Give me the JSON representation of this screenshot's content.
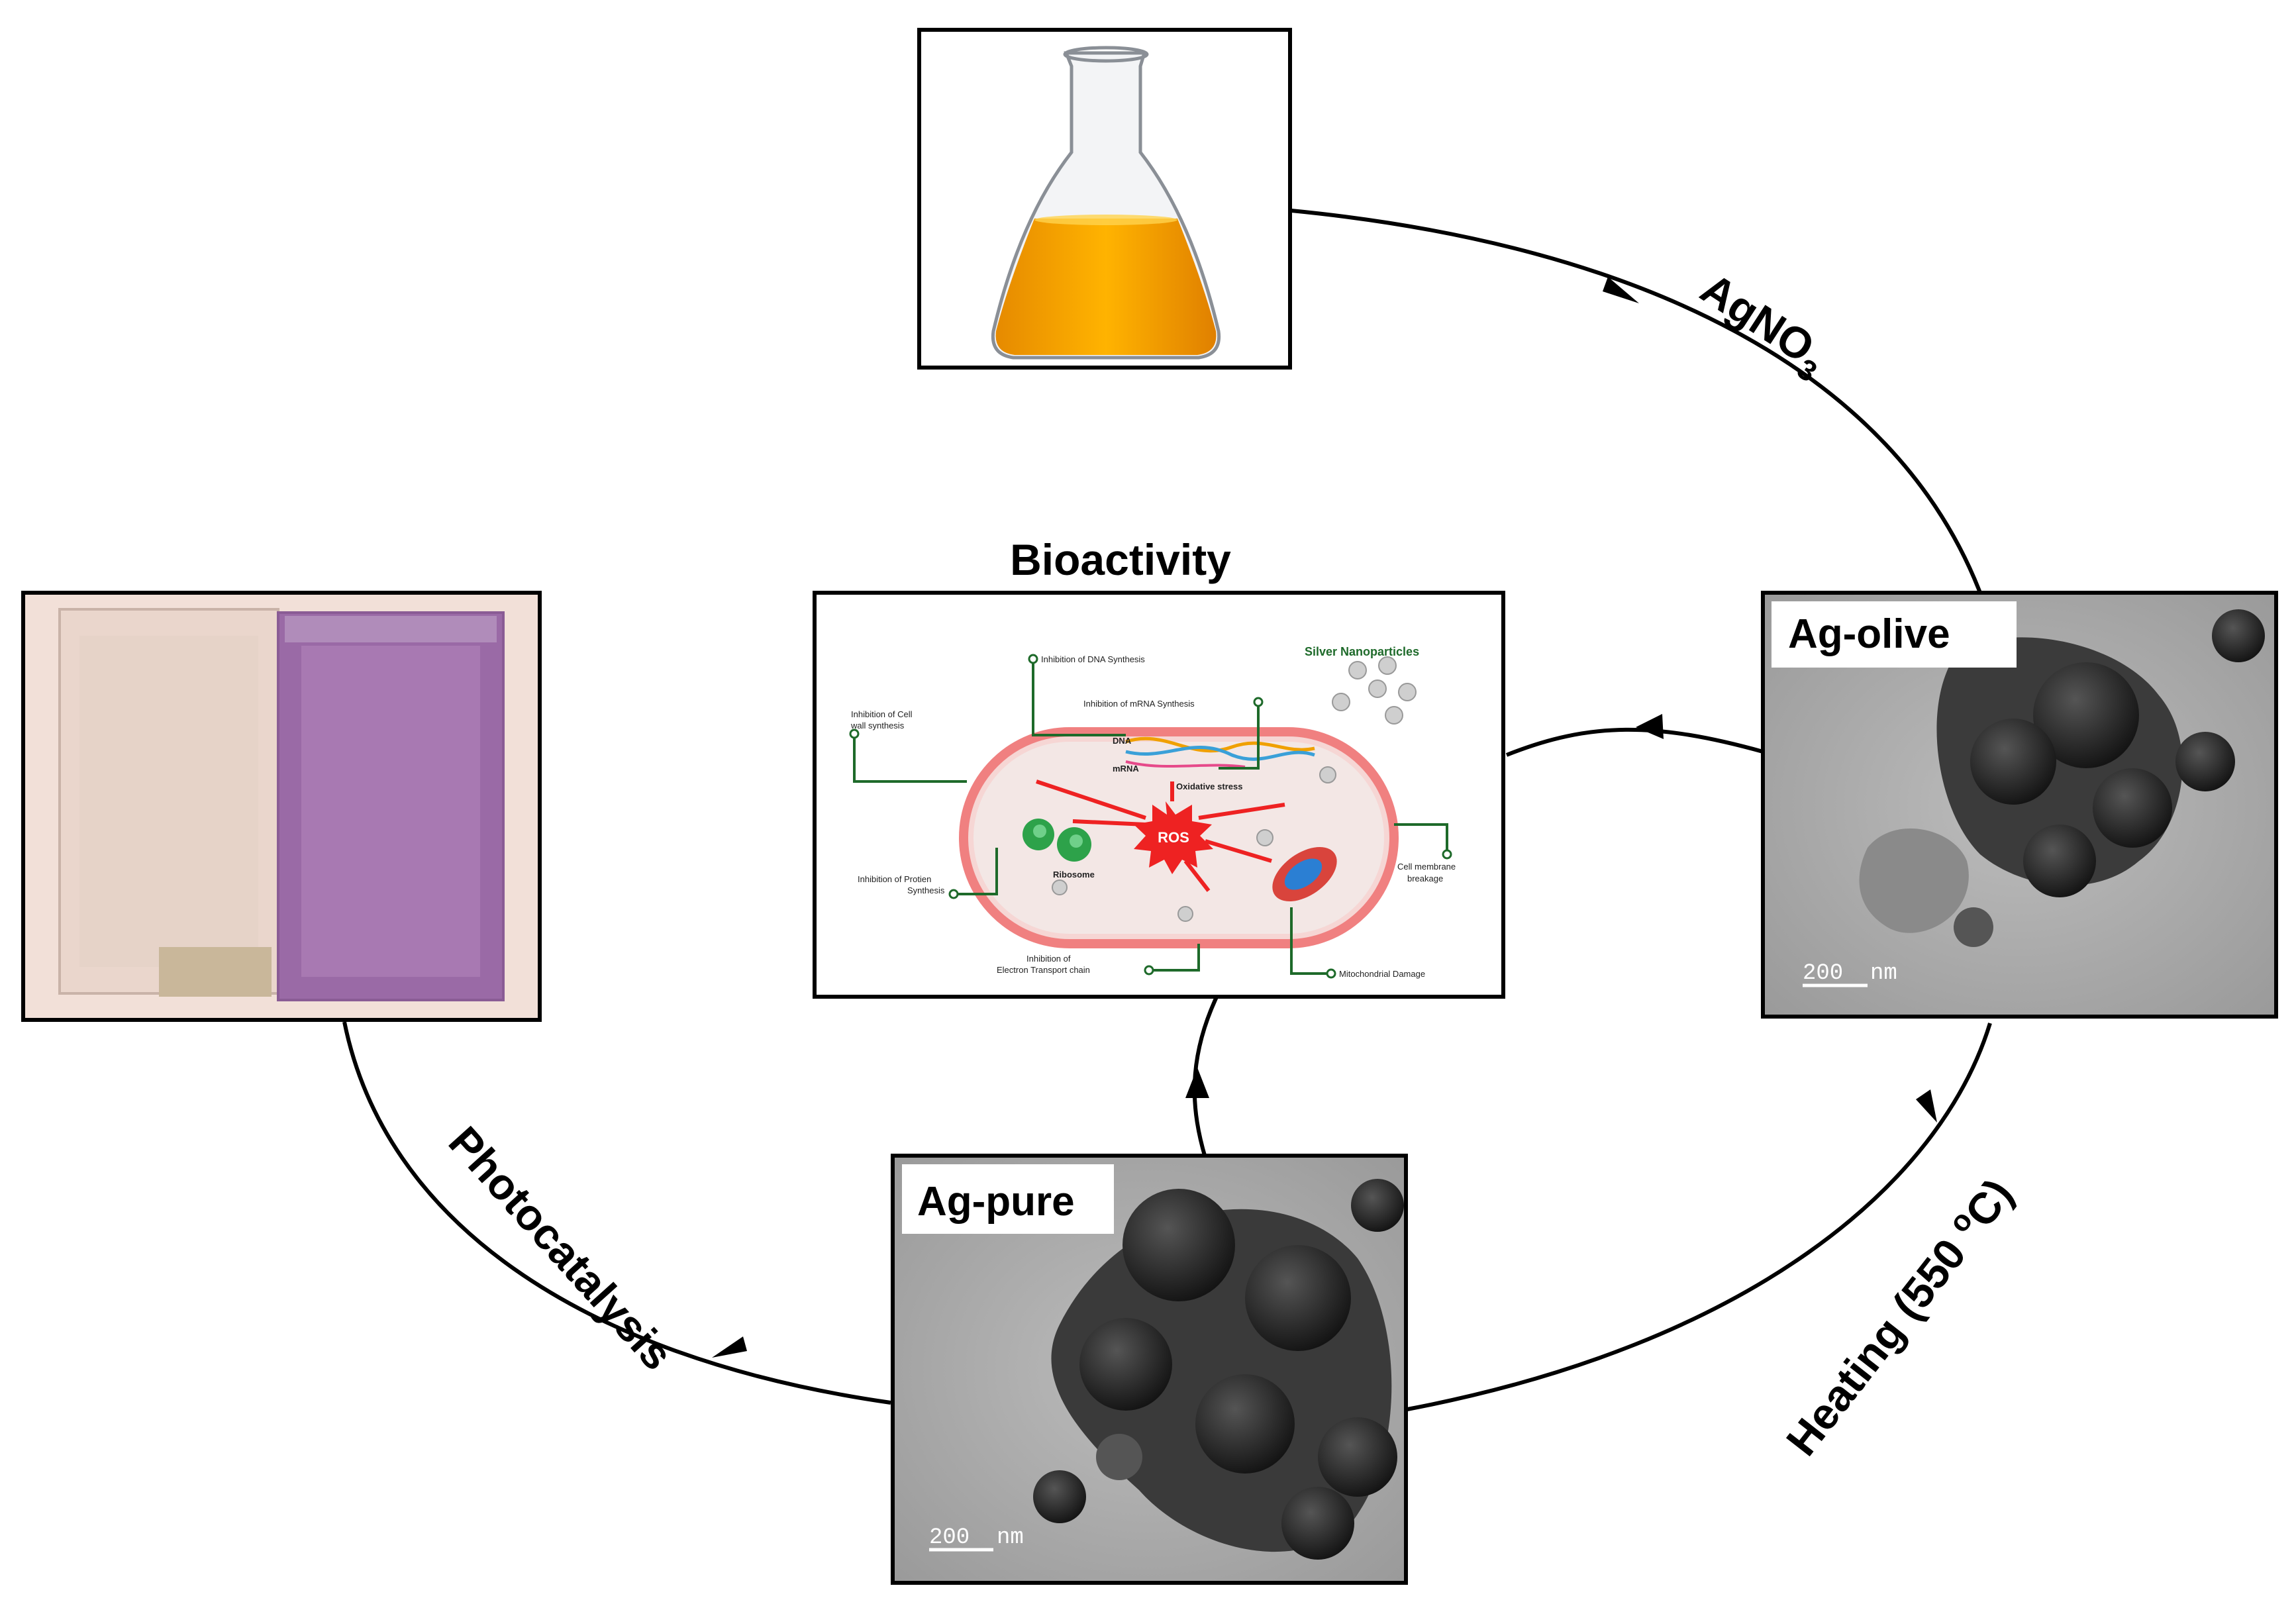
{
  "labels": {
    "agno3": "AgNO",
    "agno3_sub": "3",
    "heating_prefix": "Heating (550 ",
    "heating_sup": "o",
    "heating_suffix": "C)",
    "photocatalysis": "Photocatalysis",
    "bioactivity": "Bioactivity"
  },
  "panels": {
    "ag_olive": {
      "title": "Ag-olive",
      "scale": "200  nm"
    },
    "ag_pure": {
      "title": "Ag-pure",
      "scale": "200  nm"
    }
  },
  "bio": {
    "dna_synthesis": "Inhibition of DNA Synthesis",
    "mrna_synthesis": "Inhibition of mRNA Synthesis",
    "cell_wall_1": "Inhibition of Cell",
    "cell_wall_2": "wall synthesis",
    "silver_np": "Silver Nanoparticles",
    "dna": "DNA",
    "mrna": "mRNA",
    "oxidative": "Oxidative stress",
    "ros": "ROS",
    "ribosome": "Ribosome",
    "protein_1": "Inhibition of Protien",
    "protein_2": "Synthesis",
    "membrane_1": "Cell membrane",
    "membrane_2": "breakage",
    "etc_1": "Inhibition of",
    "etc_2": "Electron Transport chain",
    "mito": "Mitochondrial Damage"
  },
  "colors": {
    "liquid": "#f4a80a",
    "cuvette_purple": "#9a6aa6",
    "ros_red": "#ee2222",
    "cell_pink": "#f08080",
    "label_green": "#1e6a2a"
  }
}
